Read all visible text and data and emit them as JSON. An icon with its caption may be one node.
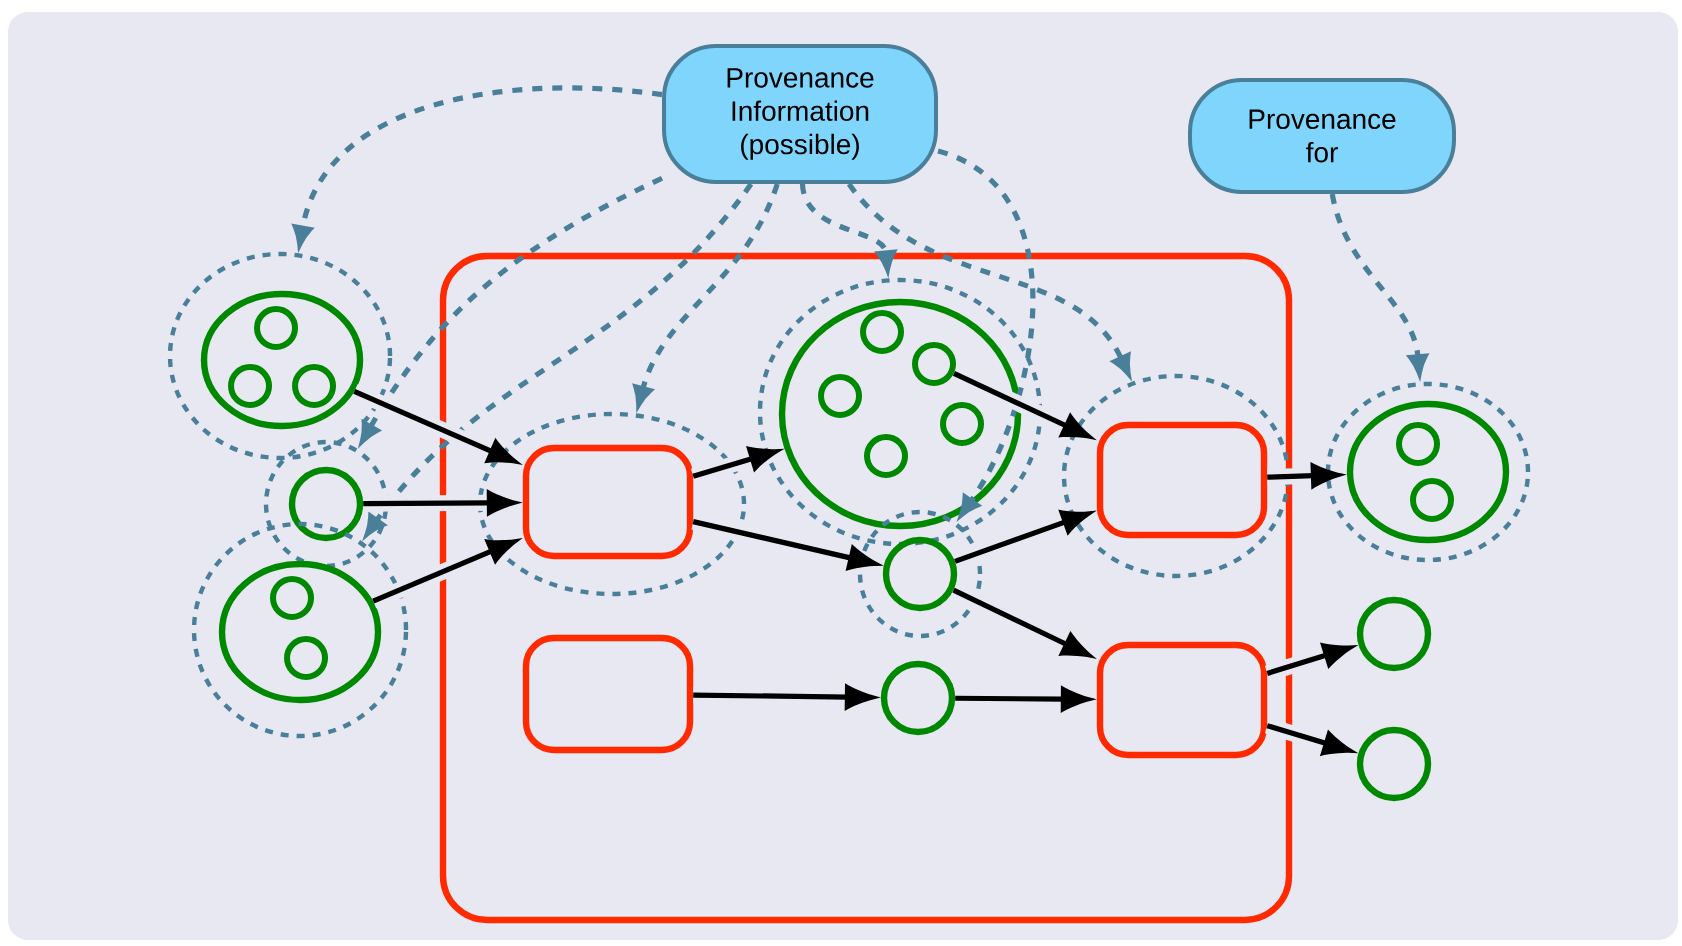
{
  "diagram": {
    "nodes": [
      {
        "text": [
          "Provenance Information (possible)"
        ]
      },
      {
        "text": [
          "Provenance for"
        ]
      },
      {
        "text": [],
        "shape": "box"
      },
      {
        "text": [],
        "shape": "circle"
      },
      {
        "text": [],
        "shape": "circle",
        "in": 3
      },
      {
        "text": [],
        "shape": "circle",
        "in": 4
      },
      {
        "text": [],
        "shape": "circle",
        "in": 4
      },
      {
        "text": [],
        "shape": "circle",
        "in": 4
      },
      {
        "text": [],
        "shape": "circle"
      },
      {
        "text": [],
        "shape": "circle",
        "in": 8
      },
      {
        "text": [],
        "shape": "circle"
      },
      {
        "text": [],
        "shape": "circle",
        "in": 10
      },
      {
        "text": [],
        "shape": "circle",
        "in": 11
      },
      {
        "text": [],
        "shape": "circle",
        "in": 11
      },
      {
        "text": [],
        "shape": "circle",
        "in": 2
      },
      {
        "text": [],
        "shape": "box",
        "in": 14
      },
      {
        "text": [],
        "shape": "circle",
        "in": 2
      },
      {
        "text": [],
        "shape": "circle",
        "in": 16
      },
      {
        "text": [],
        "shape": "circle",
        "in": 17
      },
      {
        "text": [],
        "shape": "circle",
        "in": 17
      },
      {
        "text": [],
        "shape": "circle",
        "in": 17
      },
      {
        "text": [],
        "shape": "circle",
        "in": 17
      },
      {
        "text": [],
        "shape": "circle",
        "in": 17
      },
      {
        "text": [],
        "shape": "circle",
        "in": 2
      },
      {
        "text": [],
        "shape": "circle",
        "in": 23
      },
      {
        "text": [],
        "shape": "circle",
        "in": 2
      },
      {
        "text": [],
        "shape": "box",
        "in": 25
      },
      {
        "text": [],
        "shape": "circle"
      },
      {
        "text": [],
        "shape": "circle",
        "in": 27
      },
      {
        "text": [],
        "shape": "circle",
        "in": 28
      },
      {
        "text": [],
        "shape": "circle",
        "in": 28
      },
      {
        "text": [],
        "shape": "box",
        "in": 2
      },
      {
        "text": [],
        "shape": "circle",
        "in": 2
      },
      {
        "text": [],
        "shape": "box",
        "in": 2
      },
      {
        "text": [],
        "shape": "circle"
      },
      {
        "text": [],
        "shape": "circle"
      }
    ],
    "edges": [
      {
        "from": 4,
        "to": 15,
        "arrow": "to"
      },
      {
        "from": 9,
        "to": 15,
        "arrow": "to"
      },
      {
        "from": 11,
        "to": 15,
        "arrow": "to"
      },
      {
        "from": 15,
        "to": 17,
        "arrow": "to"
      },
      {
        "from": 15,
        "to": 24,
        "arrow": "to"
      },
      {
        "from": 19,
        "to": 26,
        "arrow": "to"
      },
      {
        "from": 24,
        "to": 26,
        "arrow": "to"
      },
      {
        "from": 24,
        "to": 33,
        "arrow": "to"
      },
      {
        "from": 26,
        "to": 28,
        "arrow": "to"
      },
      {
        "from": 31,
        "to": 32,
        "arrow": "to"
      },
      {
        "from": 32,
        "to": 33,
        "arrow": "to"
      },
      {
        "from": 33,
        "to": 34,
        "arrow": "to"
      },
      {
        "from": 33,
        "to": 35,
        "arrow": "to"
      },
      {
        "from": 0,
        "to": 3,
        "arrow": "to",
        "style": "dashed",
        "color": "#4a7f99"
      },
      {
        "from": 0,
        "to": 8,
        "arrow": "to",
        "style": "dashed",
        "color": "#4a7f99"
      },
      {
        "from": 0,
        "to": 10,
        "arrow": "to",
        "style": "dashed",
        "color": "#4a7f99"
      },
      {
        "from": 0,
        "to": 14,
        "arrow": "to",
        "style": "dashed",
        "color": "#4a7f99"
      },
      {
        "from": 0,
        "to": 16,
        "arrow": "to",
        "style": "dashed",
        "color": "#4a7f99"
      },
      {
        "from": 0,
        "to": 23,
        "arrow": "to",
        "style": "dashed",
        "color": "#4a7f99"
      },
      {
        "from": 0,
        "to": 25,
        "arrow": "to",
        "style": "dashed",
        "color": "#4a7f99"
      },
      {
        "from": 1,
        "to": 27,
        "arrow": "to",
        "style": "dashed",
        "color": "#4a7f99"
      }
    ]
  }
}
